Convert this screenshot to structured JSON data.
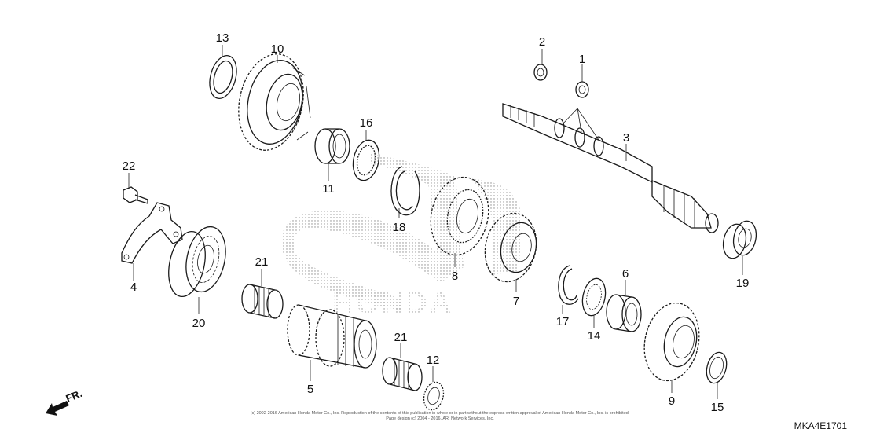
{
  "diagram": {
    "labels": [
      "1",
      "2",
      "3",
      "4",
      "5",
      "6",
      "7",
      "8",
      "9",
      "10",
      "11",
      "12",
      "13",
      "14",
      "15",
      "16",
      "17",
      "18",
      "19",
      "20",
      "21",
      "22"
    ],
    "label_21b": "21",
    "code": "MKA4E1701",
    "direction_label": "FR.",
    "watermark_text": "HONDA",
    "copyright_line1": "(c) 2002-2016 American Honda Motor Co., Inc. Reproduction of the contents of this publication in whole or in part without the express written approval of American Honda Motor Co., Inc. is prohibited.",
    "copyright_line2": "Page design (c) 2004 - 2016, ARI Network Services, Inc."
  }
}
